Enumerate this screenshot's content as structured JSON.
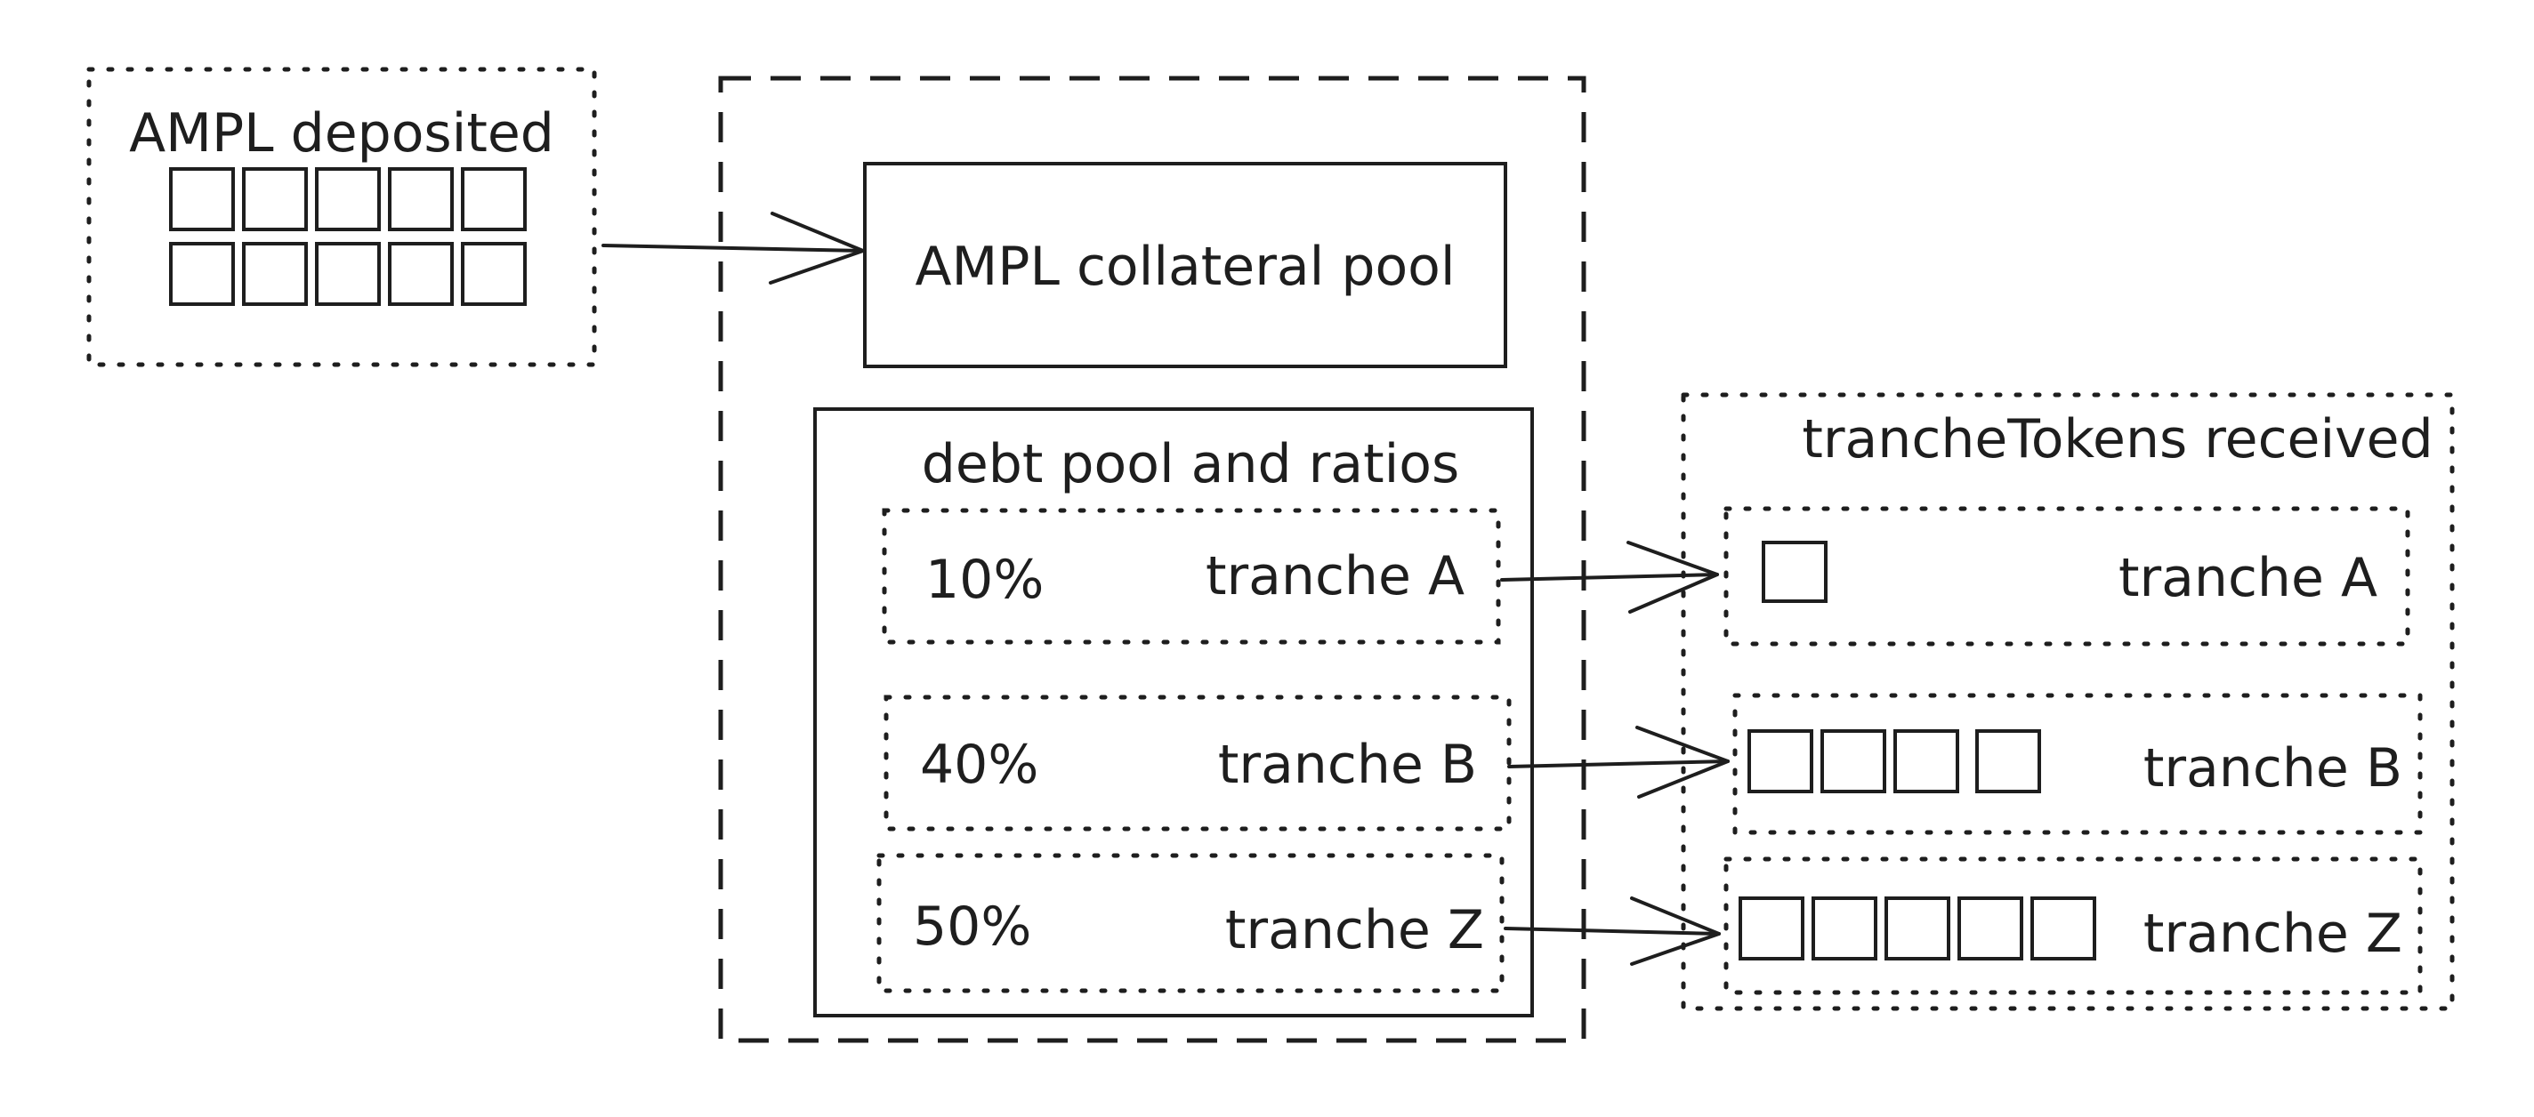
{
  "deposit": {
    "label": "AMPL deposited",
    "token_count": 10
  },
  "collateral_pool": {
    "label": "AMPL collateral pool"
  },
  "debt_pool": {
    "label": "debt pool and ratios",
    "tranches": [
      {
        "percent": "10%",
        "name": "tranche A"
      },
      {
        "percent": "40%",
        "name": "tranche B"
      },
      {
        "percent": "50%",
        "name": "tranche Z"
      }
    ]
  },
  "received": {
    "label": "trancheTokens received",
    "tranches": [
      {
        "name": "tranche A",
        "token_count": 1
      },
      {
        "name": "tranche B",
        "token_count": 4
      },
      {
        "name": "tranche Z",
        "token_count": 5
      }
    ]
  }
}
